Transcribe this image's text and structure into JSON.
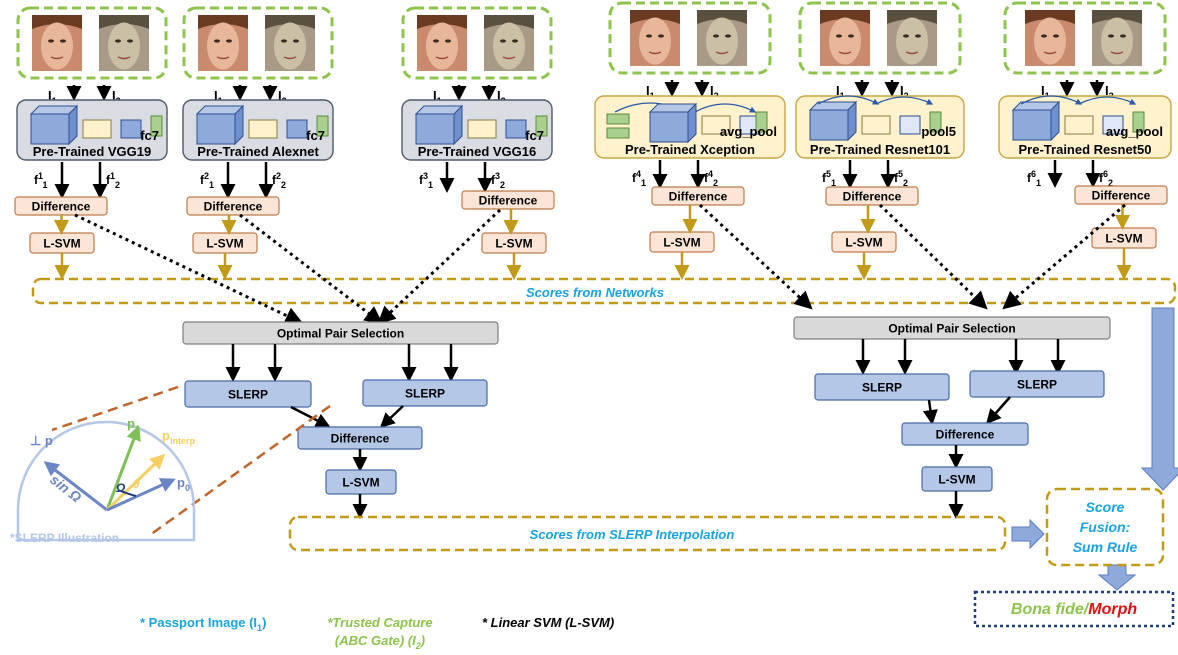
{
  "labels": {
    "difference": "Difference",
    "lsvm": "L-SVM",
    "slerp": "SLERP",
    "optimal_pair": "Optimal Pair Selection",
    "i1": "I",
    "i2": "I",
    "sub1": "1",
    "sub2": "2",
    "f": "f"
  },
  "networks": [
    {
      "name": "Pre-Trained VGG19",
      "layer": "fc7",
      "idx": "1"
    },
    {
      "name": "Pre-Trained Alexnet",
      "layer": "fc7",
      "idx": "2"
    },
    {
      "name": "Pre-Trained VGG16",
      "layer": "fc7",
      "idx": "3"
    },
    {
      "name": "Pre-Trained Xception",
      "layer": "avg_pool",
      "idx": "4"
    },
    {
      "name": "Pre-Trained Resnet101",
      "layer": "pool5",
      "idx": "5"
    },
    {
      "name": "Pre-Trained Resnet50",
      "layer": "avg_pool",
      "idx": "6"
    }
  ],
  "scores_networks": "Scores from Networks",
  "scores_slerp": "Scores from SLERP Interpolation",
  "fusion": [
    "Score",
    "Fusion:",
    "Sum Rule"
  ],
  "decision": {
    "bona_fide": "Bona fide",
    "slash": "/",
    "morph": "Morph"
  },
  "slerp_illustration": {
    "caption": "*SLERP Illustration",
    "perp": "⊥ p",
    "p1": "p",
    "p1_sub": "1",
    "p0": "p",
    "p0_sub": "0",
    "pinterp": "p",
    "pinterp_sub": "interp",
    "sin_omega": "sin Ω",
    "omega": "Ω",
    "theta": "θ"
  },
  "legend": {
    "passport": "* Passport Image (I",
    "passport_sub": "1",
    "passport_end": ")",
    "trusted_line1": "*Trusted Capture",
    "trusted_line2": "(ABC Gate) (I",
    "trusted_sub": "2",
    "trusted_end": ")",
    "lsvm": "* Linear SVM (L-SVM)"
  },
  "colors": {
    "green_dash": "#8cc44c",
    "gold": "#c09a18",
    "blue_box": "#b4c7e7",
    "blue_stroke": "#5a7bbf",
    "cyan_text": "#1aa3e0",
    "green_text": "#8cc44c",
    "red_text": "#e01010",
    "navy": "#1f3d7a",
    "pink_box": "#fbe5d6",
    "cnn_box_gray": "#d9dde3",
    "cnn_box_yellow": "#fff2cc",
    "orange_dash": "#c0642a"
  }
}
